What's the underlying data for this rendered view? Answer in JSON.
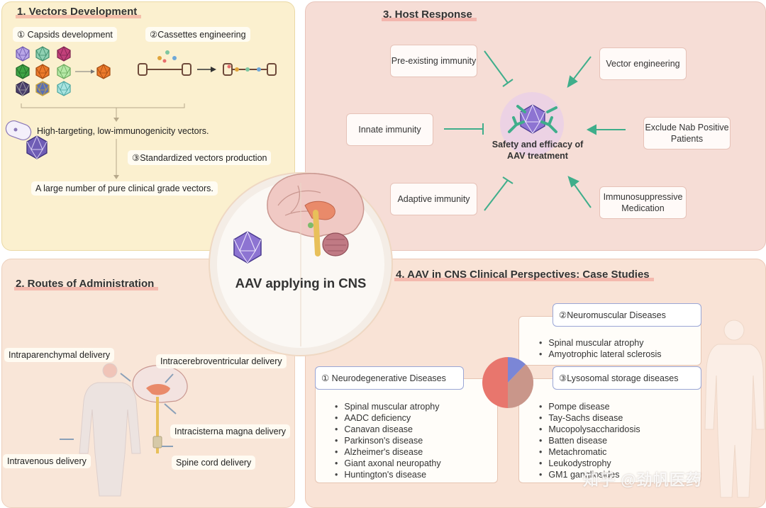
{
  "center": {
    "title": "AAV applying in CNS"
  },
  "panel1": {
    "title": "1.  Vectors Development",
    "capsids_label": "① Capsids development",
    "cassettes_label": "②Cassettes engineering",
    "vectors_text": "High-targeting, low-immunogenicity vectors.",
    "production_label": "③Standardized vectors production",
    "result_text": "A large number of pure clinical grade vectors."
  },
  "panel2": {
    "title": "2. Routes of Administration",
    "routes": {
      "intraparenchymal": "Intraparenchymal delivery",
      "intracerebroventricular": "Intracerebroventricular delivery",
      "intracisterna": "Intracisterna magna delivery",
      "intravenous": "Intravenous delivery",
      "spine": "Spine cord delivery"
    }
  },
  "panel3": {
    "title": "3. Host Response",
    "preexisting": "Pre-existing immunity",
    "innate": "Innate immunity",
    "adaptive": "Adaptive immunity",
    "vector_engineering": "Vector engineering",
    "exclude_nab": "Exclude Nab Positive Patients",
    "immunosuppressive": "Immunosuppressive Medication",
    "center_label": "Safety and efficacy of AAV treatment"
  },
  "panel4": {
    "title": "4. AAV in CNS Clinical Perspectives: Case Studies",
    "neurodegenerative": {
      "heading": "① Neurodegenerative Diseases",
      "items": [
        "Spinal muscular atrophy",
        "AADC deficiency",
        "Canavan disease",
        "Parkinson's disease",
        "Alzheimer's disease",
        "Giant axonal neuropathy",
        "Huntington's disease"
      ]
    },
    "neuromuscular": {
      "heading": "②Neuromuscular Diseases",
      "items": [
        "Spinal muscular atrophy",
        "Amyotrophic lateral sclerosis"
      ]
    },
    "lysosomal": {
      "heading": "③Lysosomal storage diseases",
      "items": [
        "Pompe disease",
        "Tay-Sachs disease",
        "Mucopolysaccharidosis",
        "Batten disease",
        "Metachromatic",
        "Leukodystrophy",
        "GM1 gangliosides"
      ]
    },
    "pie_colors": {
      "neurodegenerative": "#e8766d",
      "lysosomal": "#c9968a",
      "neuromuscular": "#7b86d6"
    }
  },
  "watermark": "知乎 @劲帆医药",
  "colors": {
    "accent_green": "#3fae8b",
    "capsid_purple": "#8a6fc8",
    "title_underline": "#f0968c"
  }
}
